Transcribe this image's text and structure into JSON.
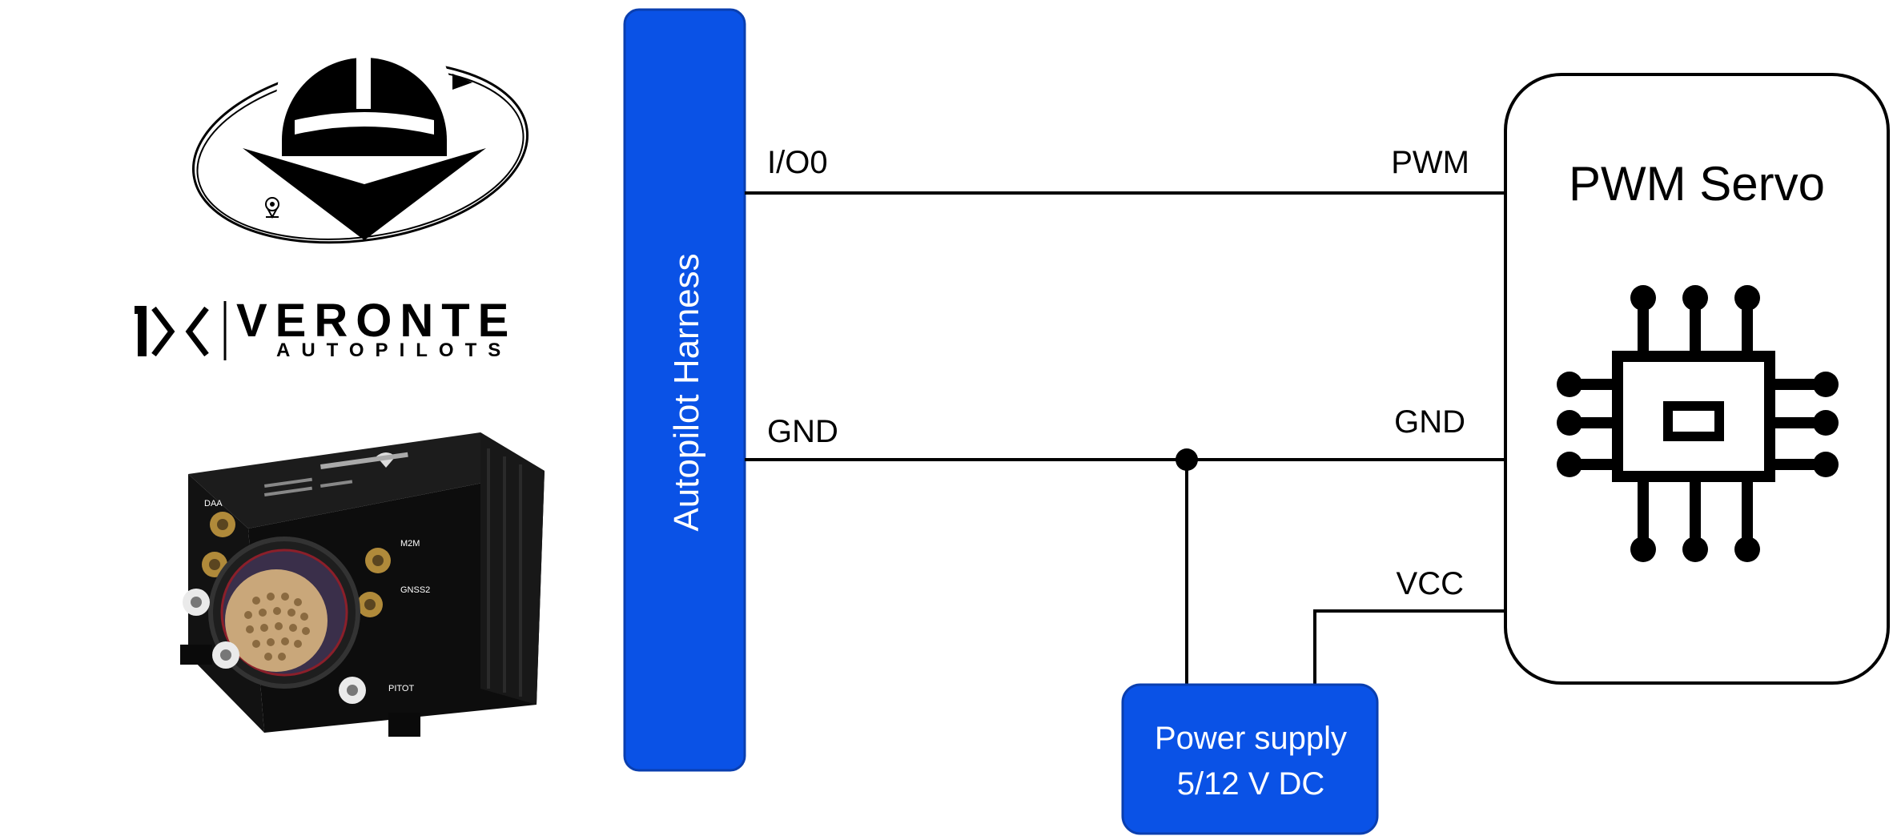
{
  "logo": {
    "brand_text": "VERONTE",
    "sub_text": "AUTOPILOTS"
  },
  "device": {
    "connector_labels": [
      "DAA",
      "M2M",
      "GNSS2",
      "PITOT"
    ]
  },
  "harness": {
    "label": "Autopilot Harness"
  },
  "signals": {
    "io0": "I/O0",
    "gnd_left": "GND",
    "pwm": "PWM",
    "gnd_right": "GND",
    "vcc": "VCC"
  },
  "servo": {
    "title": "PWM Servo"
  },
  "power_supply": {
    "line1": "Power supply",
    "line2": "5/12 V DC"
  },
  "colors": {
    "block_blue": "#0a52e6",
    "block_border": "#0a3fb0",
    "ink": "#000000"
  },
  "icons": {
    "servo_chip": "chip-icon",
    "logo_mark": "helmet-logo-icon"
  }
}
